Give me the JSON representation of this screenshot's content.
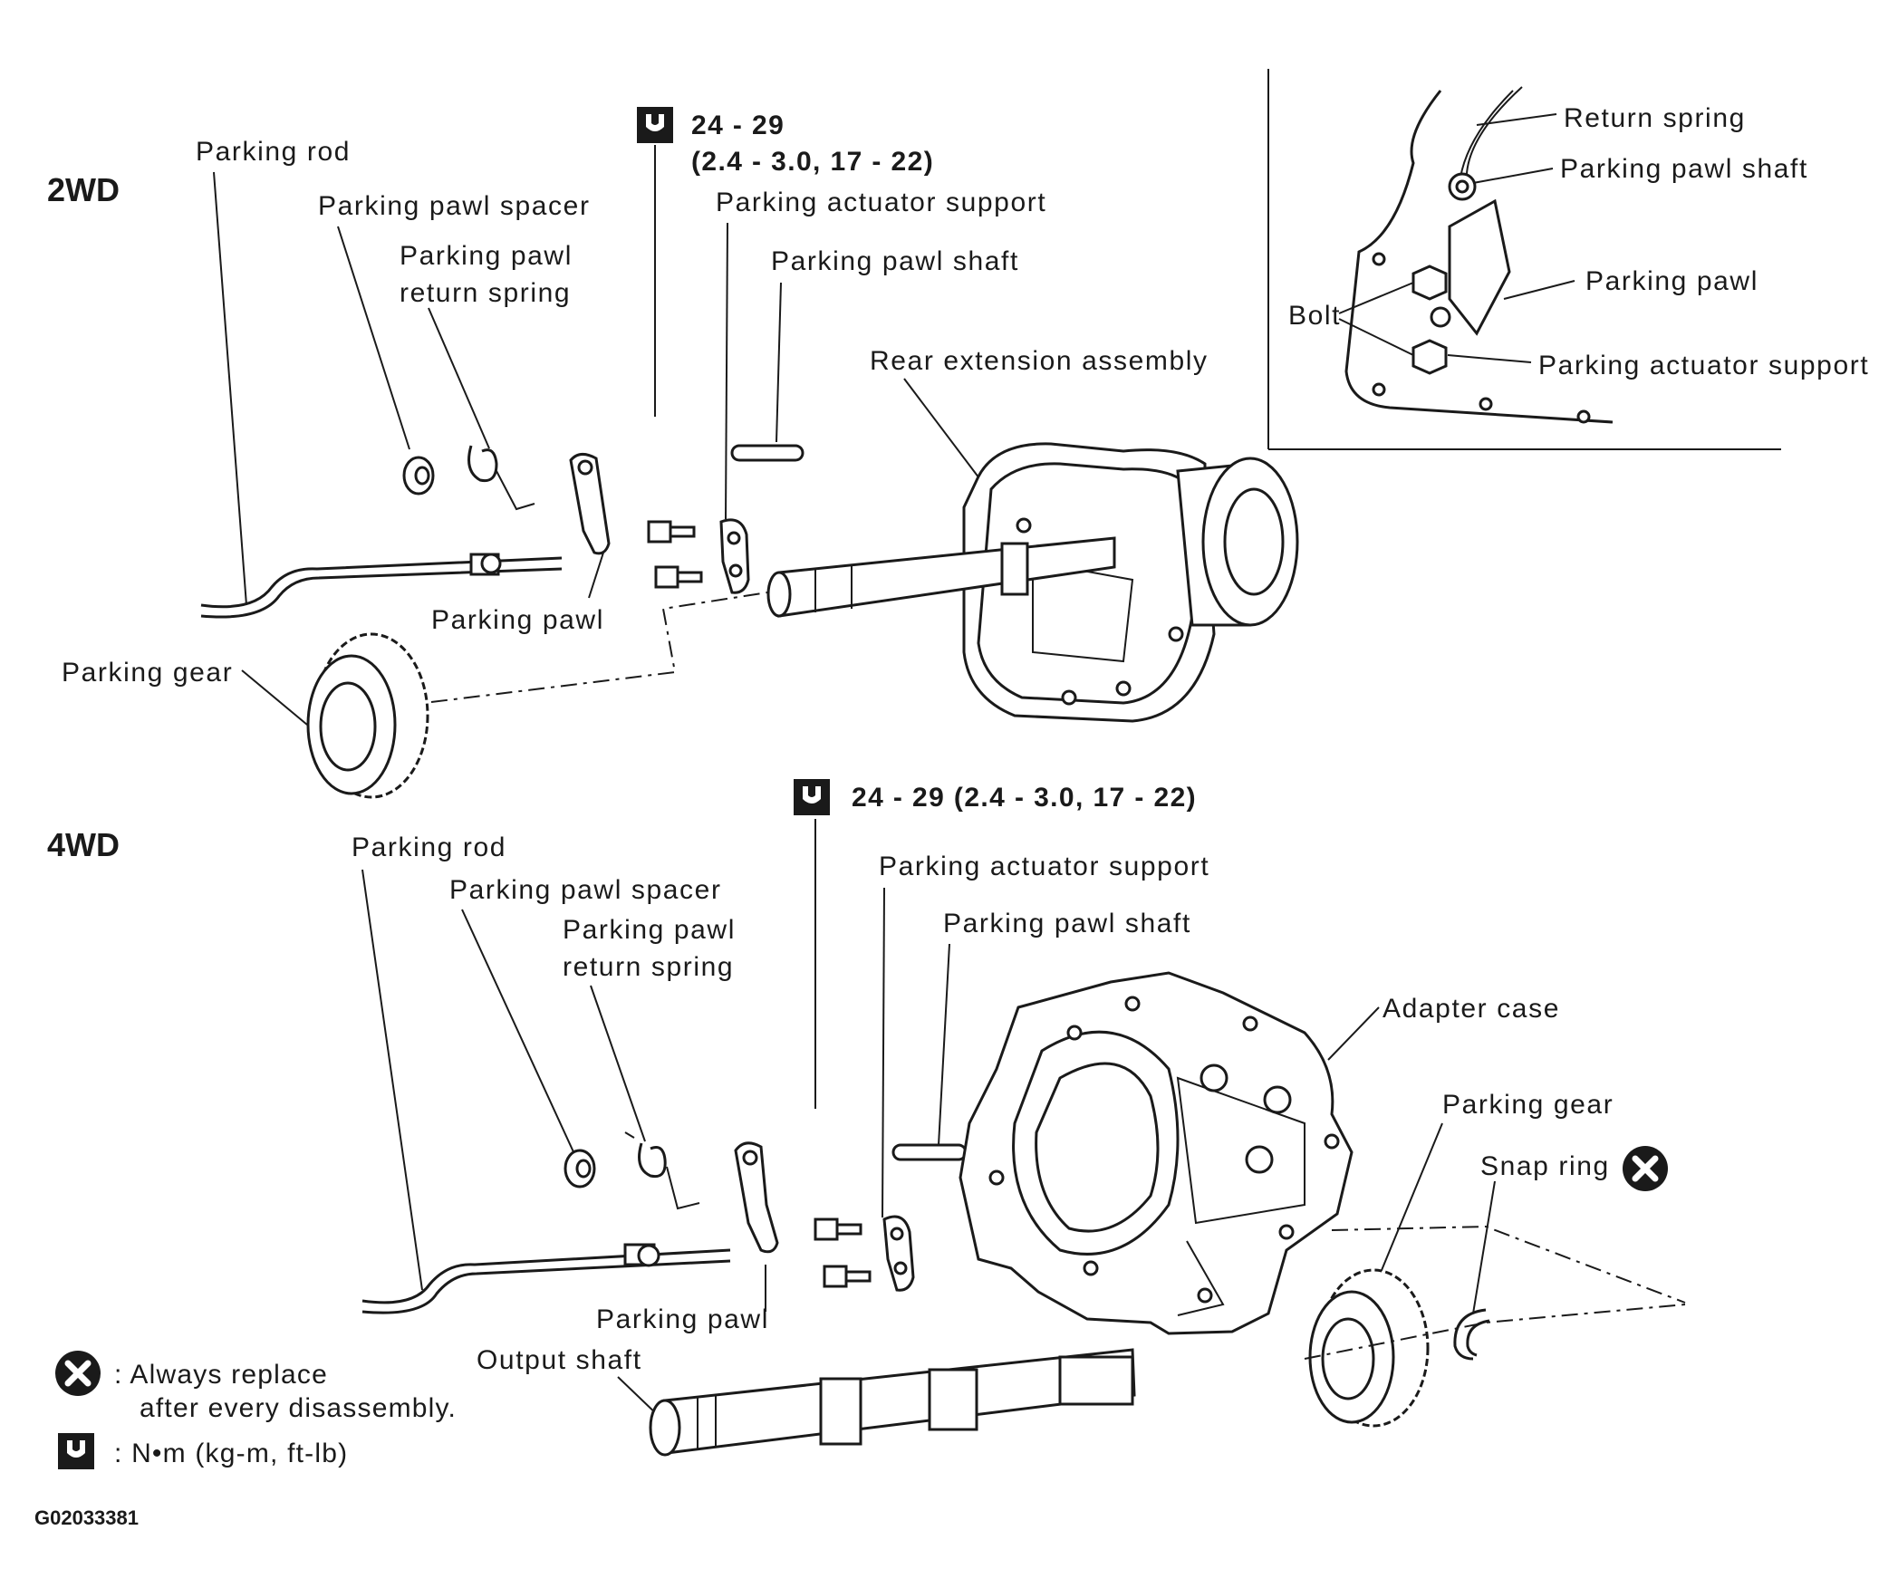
{
  "sections": {
    "twd_title": "2WD",
    "fwd_title": "4WD"
  },
  "twd": {
    "parking_rod": "Parking rod",
    "parking_pawl_spacer": "Parking pawl spacer",
    "parking_pawl_return_spring_1": "Parking pawl",
    "parking_pawl_return_spring_2": "return spring",
    "torque_line1": "24 - 29",
    "torque_line2": "(2.4 - 3.0, 17 - 22)",
    "parking_actuator_support": "Parking actuator support",
    "parking_pawl_shaft": "Parking pawl shaft",
    "rear_extension_assembly": "Rear extension assembly",
    "parking_pawl": "Parking pawl",
    "parking_gear": "Parking gear"
  },
  "inset": {
    "return_spring": "Return spring",
    "parking_pawl_shaft": "Parking pawl shaft",
    "parking_pawl": "Parking pawl",
    "bolt": "Bolt",
    "parking_actuator_support": "Parking actuator support"
  },
  "fwd": {
    "torque": "24 - 29 (2.4 - 3.0, 17 - 22)",
    "parking_rod": "Parking rod",
    "parking_pawl_spacer": "Parking pawl spacer",
    "parking_pawl_return_spring_1": "Parking pawl",
    "parking_pawl_return_spring_2": "return spring",
    "parking_actuator_support": "Parking actuator support",
    "parking_pawl_shaft": "Parking pawl shaft",
    "adapter_case": "Adapter case",
    "parking_gear": "Parking gear",
    "snap_ring": "Snap ring",
    "parking_pawl": "Parking pawl",
    "output_shaft": "Output shaft"
  },
  "legend": {
    "replace_line1": ":  Always  replace",
    "replace_line2": "after  every  disassembly.",
    "torque_unit": ":  N•m  (kg-m,  ft-lb)"
  },
  "figure_code": "G02033381",
  "icons": {
    "torque": "torque-wrench-icon",
    "replace": "always-replace-icon"
  }
}
